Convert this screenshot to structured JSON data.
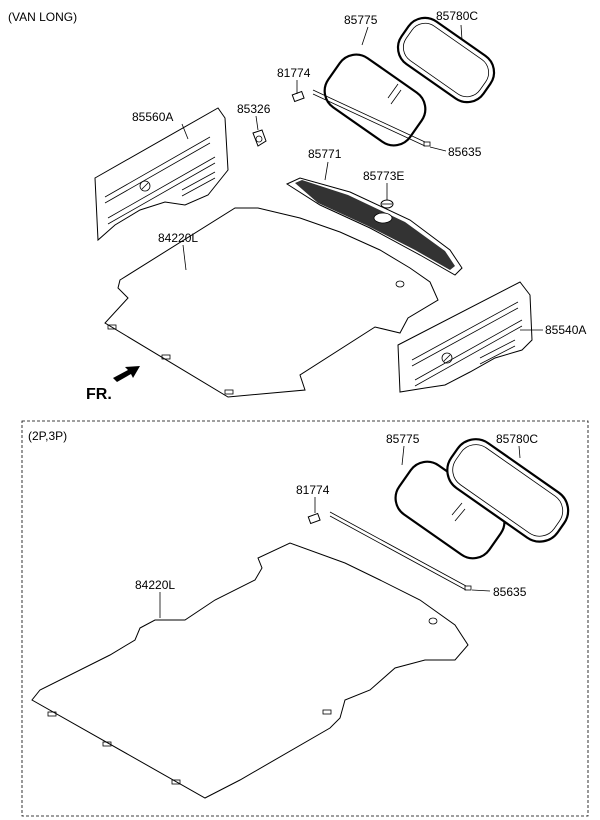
{
  "sections": {
    "top_label": "(VAN LONG)",
    "bottom_label": "(2P,3P)"
  },
  "direction": {
    "label": "FR."
  },
  "top_parts": {
    "p85775": "85775",
    "p85780c": "85780C",
    "p81774": "81774",
    "p85560a": "85560A",
    "p85326": "85326",
    "p85635": "85635",
    "p85771": "85771",
    "p85773e": "85773E",
    "p84220l": "84220L",
    "p85540a": "85540A"
  },
  "bottom_parts": {
    "p85775": "85775",
    "p85780c": "85780C",
    "p81774": "81774",
    "p84220l": "84220L",
    "p85635": "85635"
  }
}
